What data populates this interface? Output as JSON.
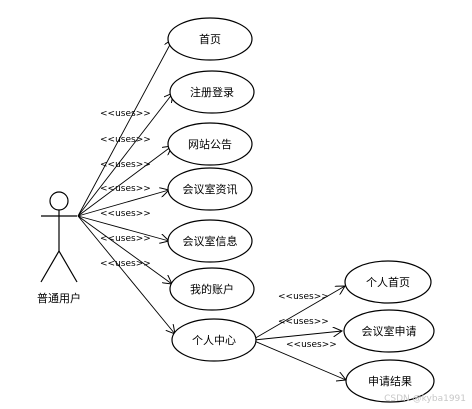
{
  "actor": {
    "label": "普通用户"
  },
  "use_cases": {
    "home": "首页",
    "register_login": "注册登录",
    "announcements": "网站公告",
    "meeting_news": "会议室资讯",
    "meeting_info": "会议室信息",
    "my_account": "我的账户",
    "personal_center": "个人中心",
    "personal_home": "个人首页",
    "room_request": "会议室申请",
    "request_result": "申请结果"
  },
  "relationship_label": "<<uses>>",
  "watermark": "CSDN @kyba1991"
}
